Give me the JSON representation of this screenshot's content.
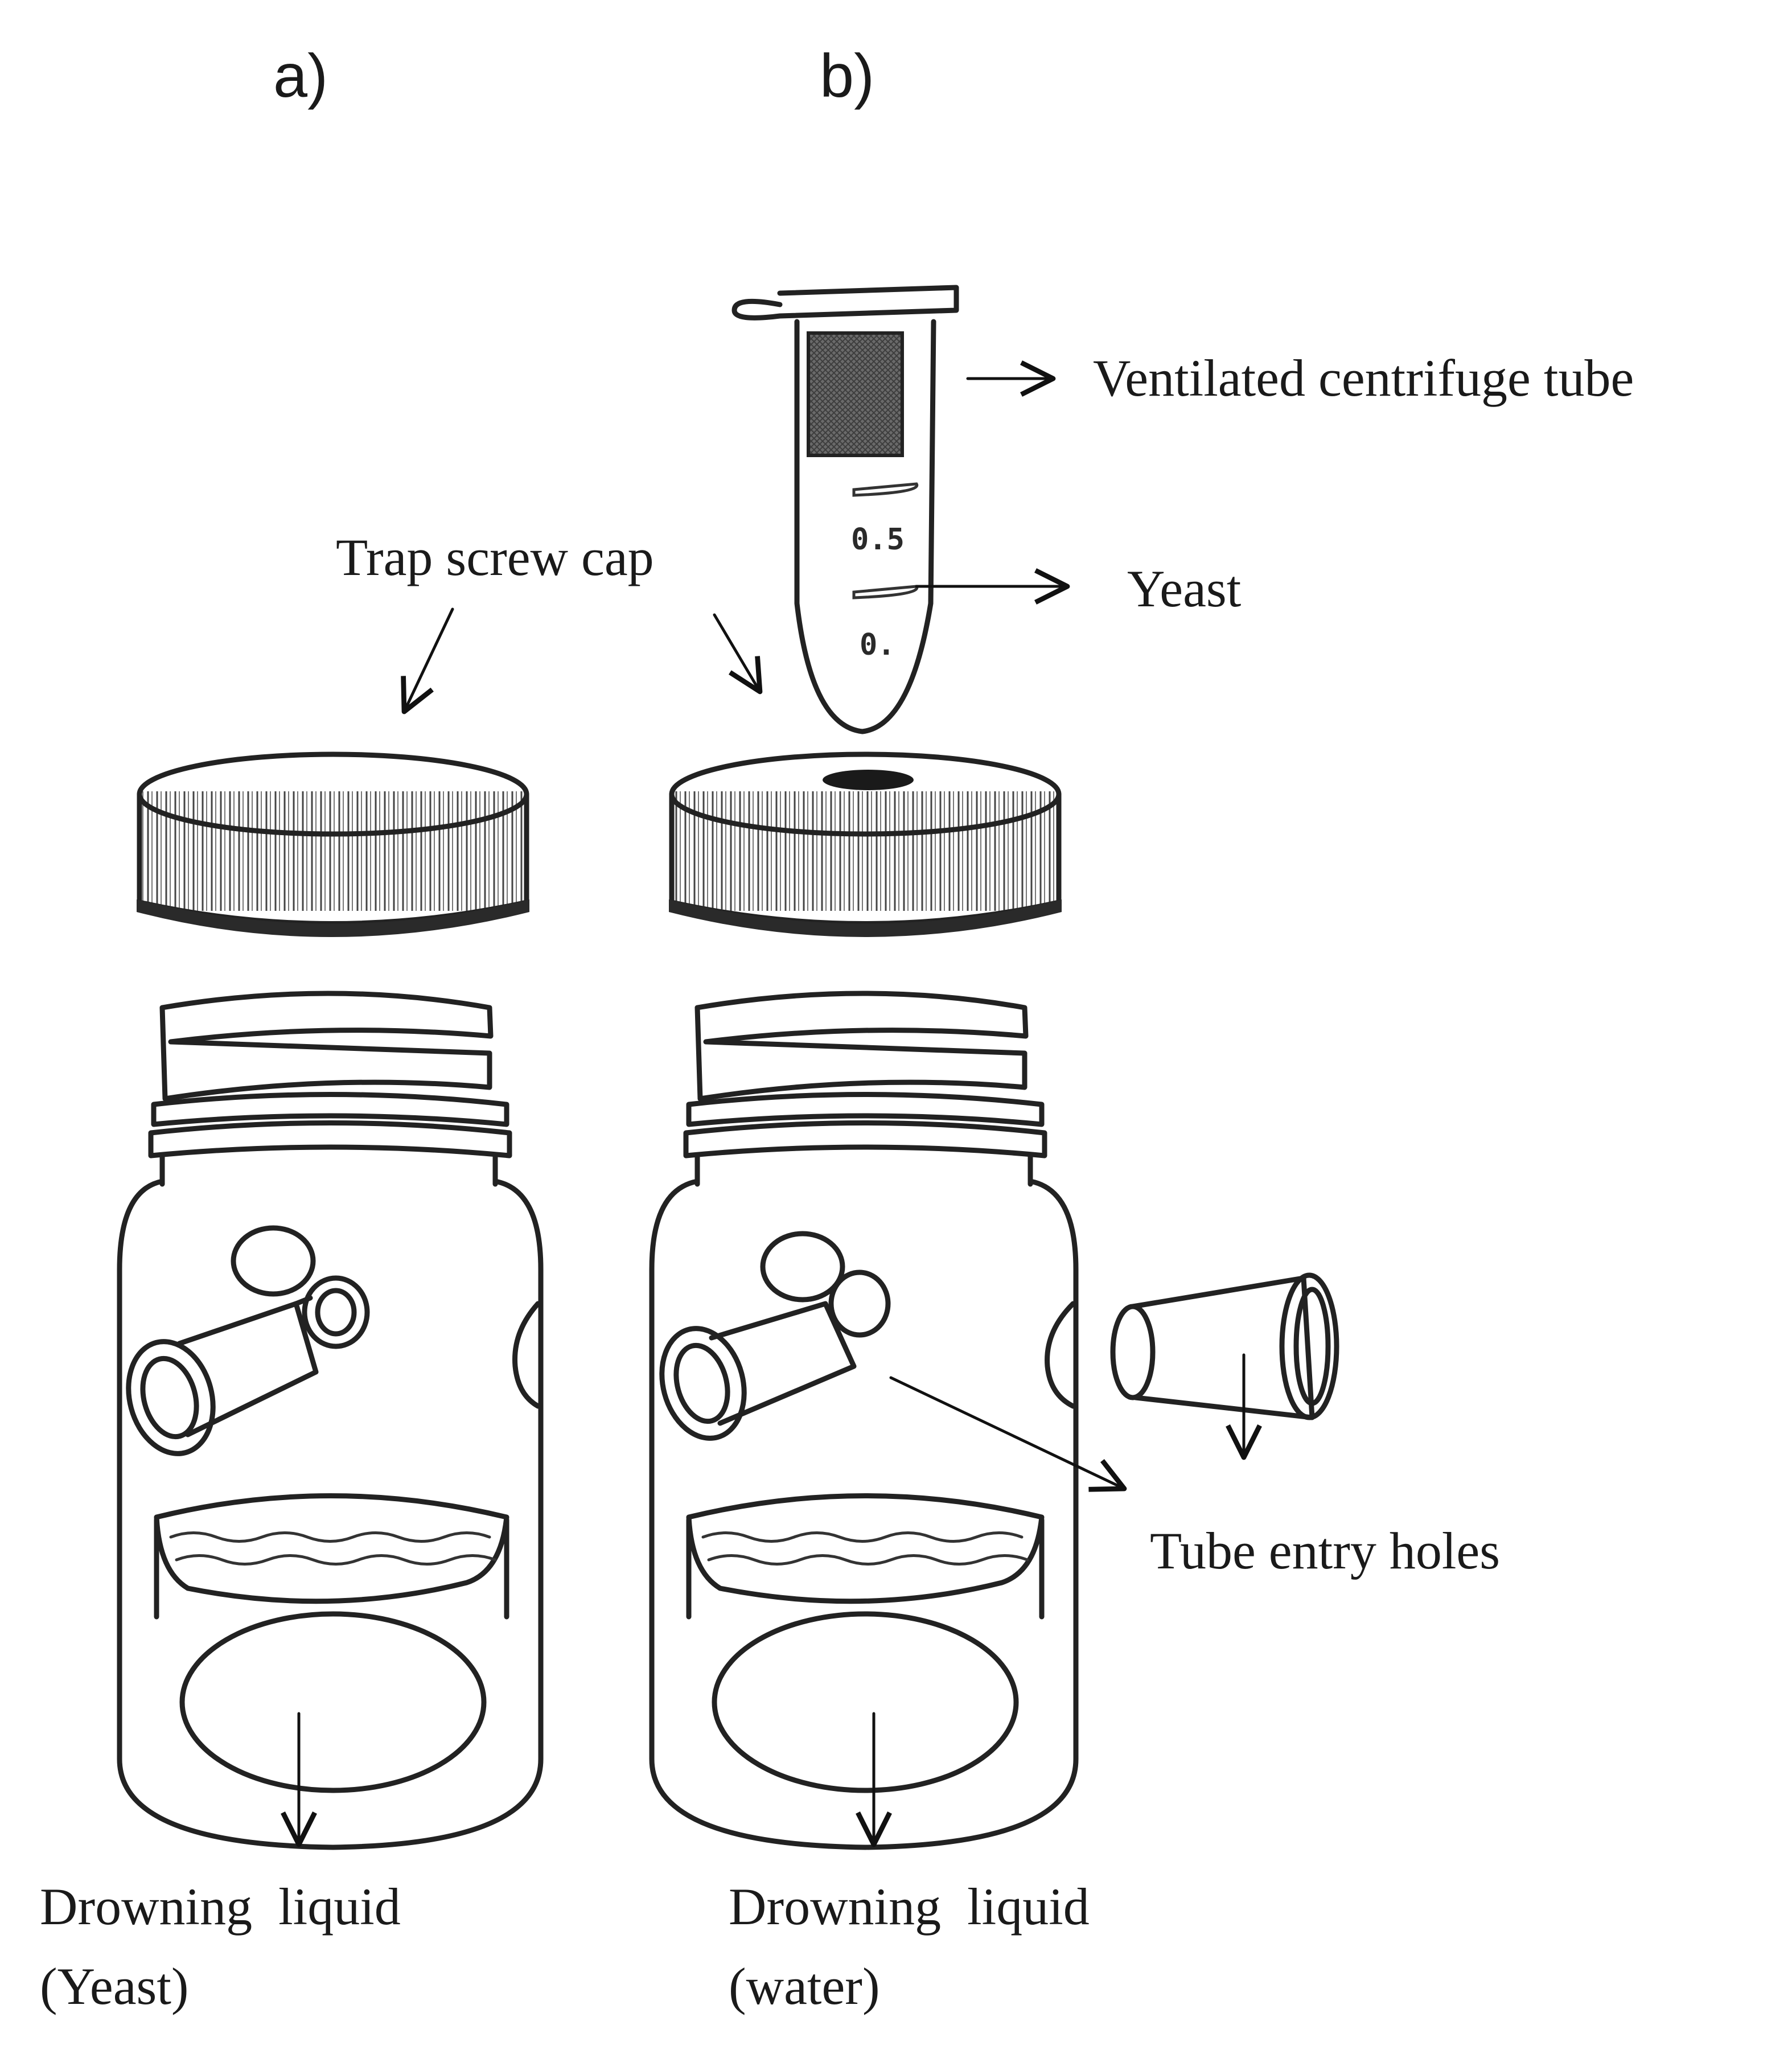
{
  "panels": {
    "a": "a)",
    "b": "b)"
  },
  "labels": {
    "trap_screw_cap": "Trap screw cap",
    "ventilated_tube": "Ventilated centrifuge tube",
    "yeast": "Yeast",
    "tube_entry_holes": "Tube entry holes",
    "drowning_a_line1": "Drowning  liquid",
    "drowning_a_line2": "(Yeast)",
    "drowning_b_line1": "Drowning  liquid",
    "drowning_b_line2": "(water)"
  },
  "tube_markings": {
    "upper": "0.5",
    "lower": "0."
  },
  "colors": {
    "ink": "#222222",
    "background": "#ffffff",
    "mesh": "#555555"
  }
}
